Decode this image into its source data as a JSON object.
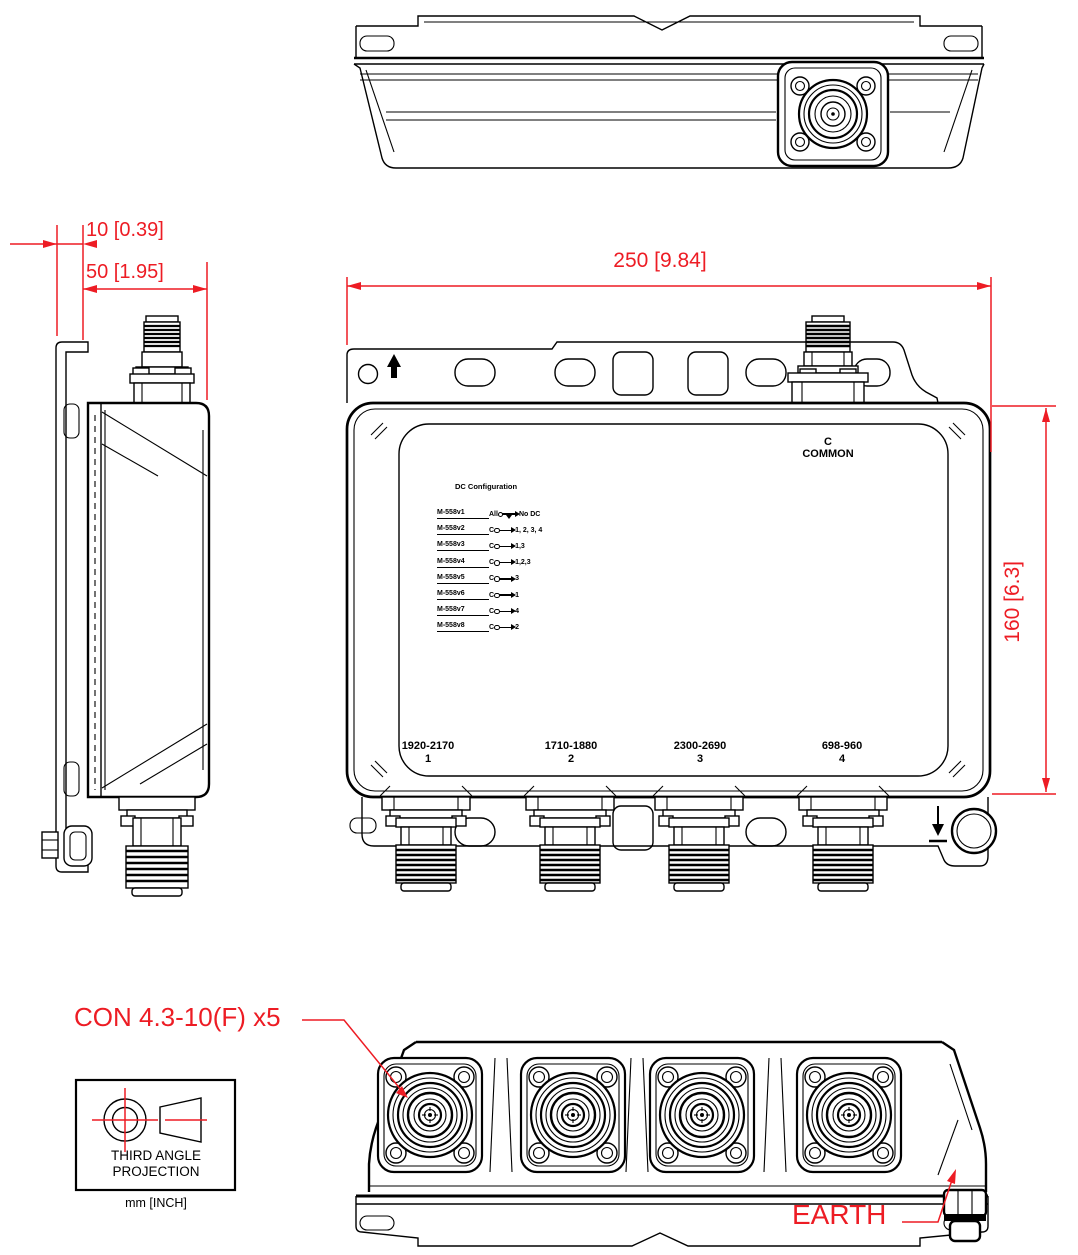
{
  "colors": {
    "line": "#000000",
    "dimension_red": "#ed1c24",
    "background": "#ffffff"
  },
  "dimensions": {
    "overall_width": "250 [9.84]",
    "overall_height": "160 [6.3]",
    "bracket_offset": "10 [0.39]",
    "body_depth": "50 [1.95]"
  },
  "callouts": {
    "connector": "CON 4.3-10(F) x5",
    "earth": "EARTH"
  },
  "front_view": {
    "common_label_line1": "C",
    "common_label_line2": "COMMON",
    "ports": [
      {
        "freq": "1920-2170",
        "num": "1"
      },
      {
        "freq": "1710-1880",
        "num": "2"
      },
      {
        "freq": "2300-2690",
        "num": "3"
      },
      {
        "freq": "698-960",
        "num": "4"
      }
    ],
    "dc_configuration": {
      "title": "DC Configuration",
      "rows": [
        {
          "model": "M-558v1",
          "from": "All",
          "to": "No DC"
        },
        {
          "model": "M-558v2",
          "from": "C",
          "to": "1, 2, 3, 4"
        },
        {
          "model": "M-558v3",
          "from": "C",
          "to": "1,3"
        },
        {
          "model": "M-558v4",
          "from": "C",
          "to": "1,2,3"
        },
        {
          "model": "M-558v5",
          "from": "C",
          "to": "3"
        },
        {
          "model": "M-558v6",
          "from": "C",
          "to": "1"
        },
        {
          "model": "M-558v7",
          "from": "C",
          "to": "4"
        },
        {
          "model": "M-558v8",
          "from": "C",
          "to": "2"
        }
      ]
    }
  },
  "projection_box": {
    "line1": "THIRD ANGLE",
    "line2": "PROJECTION",
    "units": "mm [INCH]"
  }
}
